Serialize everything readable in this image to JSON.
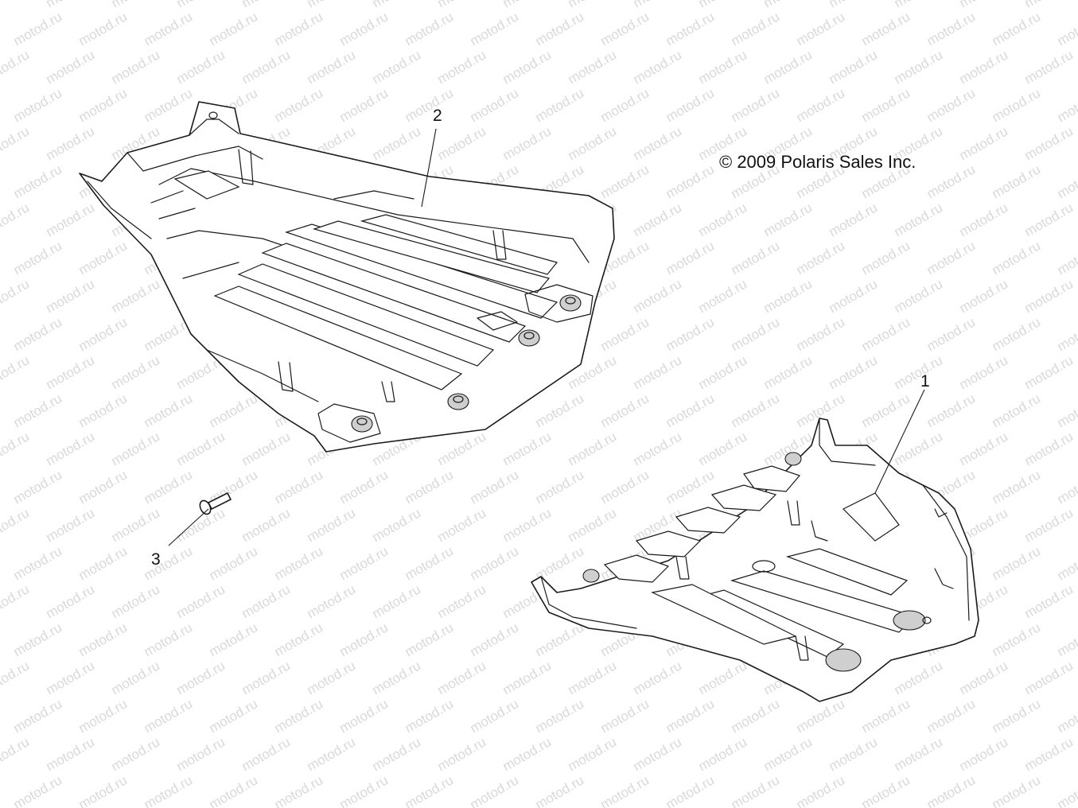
{
  "watermark": {
    "text": "motod.ru"
  },
  "copyright": {
    "text": "© 2009 Polaris Sales Inc."
  },
  "callouts": [
    {
      "id": "1",
      "label": "1"
    },
    {
      "id": "2",
      "label": "2"
    },
    {
      "id": "3",
      "label": "3"
    }
  ],
  "colors": {
    "line": "#1a1a1a",
    "watermark": "#d9d9d9",
    "background": "#ffffff"
  }
}
